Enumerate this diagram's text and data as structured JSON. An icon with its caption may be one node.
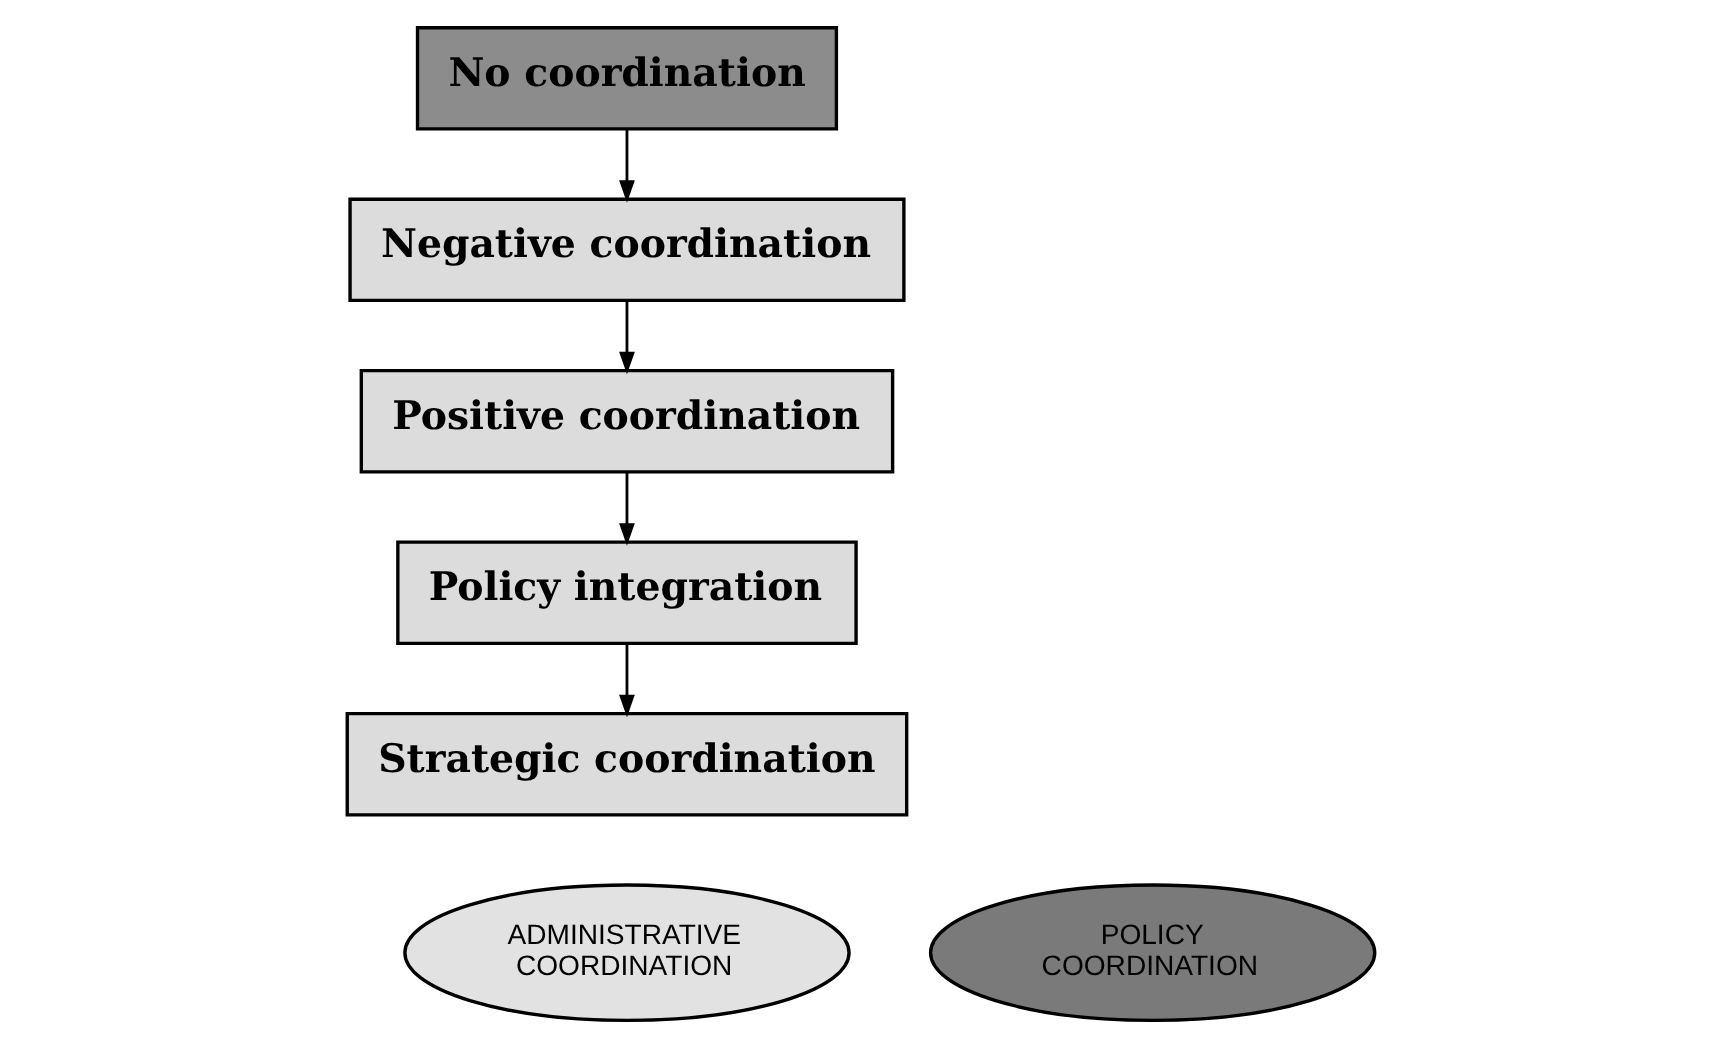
{
  "diagram": {
    "nodes": [
      {
        "text": [
          "No coordination"
        ]
      },
      {
        "text": [
          "Negative coordination"
        ]
      },
      {
        "text": [
          "Positive coordination"
        ]
      },
      {
        "text": [
          "Policy integration"
        ]
      },
      {
        "text": [
          "Strategic coordination"
        ]
      },
      {
        "text": [
          "ADMINISTRATIVE COORDINATION"
        ]
      },
      {
        "text": [
          "POLICY COORDINATION"
        ]
      }
    ],
    "edges": [
      {
        "from": 0,
        "to": 1,
        "arrow": "to"
      },
      {
        "from": 1,
        "to": 2,
        "arrow": "to"
      },
      {
        "from": 2,
        "to": 3,
        "arrow": "to"
      },
      {
        "from": 3,
        "to": 4,
        "arrow": "to"
      }
    ]
  }
}
